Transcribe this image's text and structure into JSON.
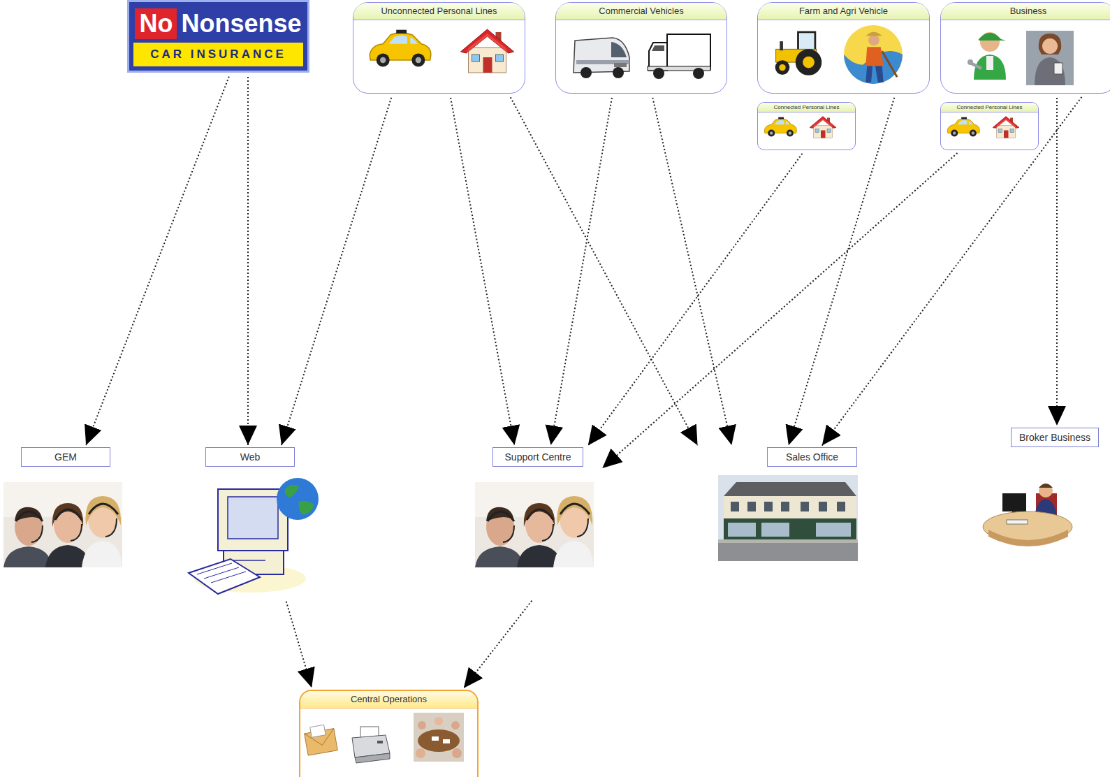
{
  "diagram": {
    "nodes": [
      {
        "text": [
          "No",
          "Nonsense",
          "CAR INSURANCE"
        ]
      },
      {
        "text": [
          "Unconnected Personal Lines"
        ]
      },
      {
        "text": [
          "Commercial Vehicles"
        ]
      },
      {
        "text": [
          "Farm and Agri Vehicle"
        ]
      },
      {
        "text": [
          "Business"
        ]
      },
      {
        "text": [
          "Connected Personal Lines"
        ]
      },
      {
        "text": [
          "Connected Personal Lines"
        ]
      },
      {
        "text": [
          "GEM"
        ]
      },
      {
        "text": [
          "Web"
        ]
      },
      {
        "text": [
          "Support Centre"
        ]
      },
      {
        "text": [
          "Sales Office"
        ]
      },
      {
        "text": [
          "Broker Business"
        ]
      },
      {
        "text": [
          "Central Operations"
        ]
      }
    ],
    "edges": [
      {
        "from": 0,
        "to": 7,
        "arrow": "to"
      },
      {
        "from": 0,
        "to": 8,
        "arrow": "to"
      },
      {
        "from": 1,
        "to": 8,
        "arrow": "to"
      },
      {
        "from": 1,
        "to": 9,
        "arrow": "to"
      },
      {
        "from": 1,
        "to": 10,
        "arrow": "to"
      },
      {
        "from": 2,
        "to": 9,
        "arrow": "to"
      },
      {
        "from": 2,
        "to": 10,
        "arrow": "to"
      },
      {
        "from": 5,
        "to": 9,
        "arrow": "to"
      },
      {
        "from": 3,
        "to": 10,
        "arrow": "to"
      },
      {
        "from": 6,
        "to": 9,
        "arrow": "to"
      },
      {
        "from": 4,
        "to": 10,
        "arrow": "to"
      },
      {
        "from": 4,
        "to": 11,
        "arrow": "to"
      },
      {
        "from": 8,
        "to": 12,
        "arrow": "to"
      },
      {
        "from": 9,
        "to": 12,
        "arrow": "to"
      }
    ]
  }
}
